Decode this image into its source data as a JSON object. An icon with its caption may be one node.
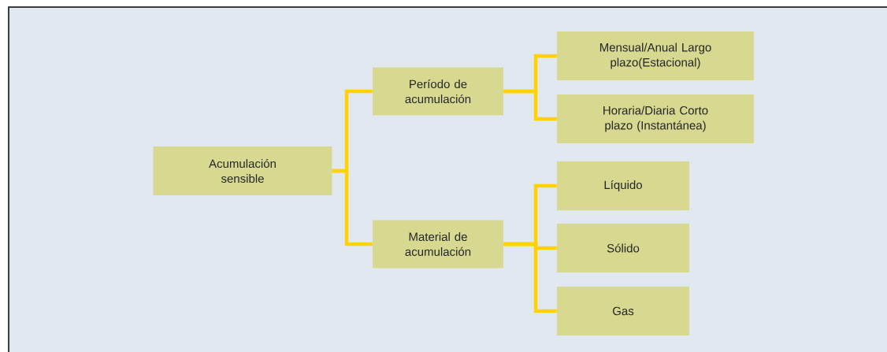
{
  "diagram": {
    "nodes": [
      {
        "text": [
          "Acumulación sensible"
        ]
      },
      {
        "text": [
          "Período de acumulación"
        ]
      },
      {
        "text": [
          "Material de acumulación"
        ]
      },
      {
        "text": [
          "Mensual/Anual Largo plazo(Estacional)"
        ]
      },
      {
        "text": [
          "Horaria/Diaria Corto plazo (Instantánea)"
        ]
      },
      {
        "text": [
          "Líquido"
        ]
      },
      {
        "text": [
          "Sólido"
        ]
      },
      {
        "text": [
          "Gas"
        ]
      }
    ],
    "edges": [
      {
        "from": 0,
        "to": 1,
        "arrow": "none"
      },
      {
        "from": 0,
        "to": 2,
        "arrow": "none"
      },
      {
        "from": 1,
        "to": 3,
        "arrow": "none"
      },
      {
        "from": 1,
        "to": 4,
        "arrow": "none"
      },
      {
        "from": 2,
        "to": 5,
        "arrow": "none"
      },
      {
        "from": 2,
        "to": 6,
        "arrow": "none"
      },
      {
        "from": 2,
        "to": 7,
        "arrow": "none"
      }
    ]
  }
}
